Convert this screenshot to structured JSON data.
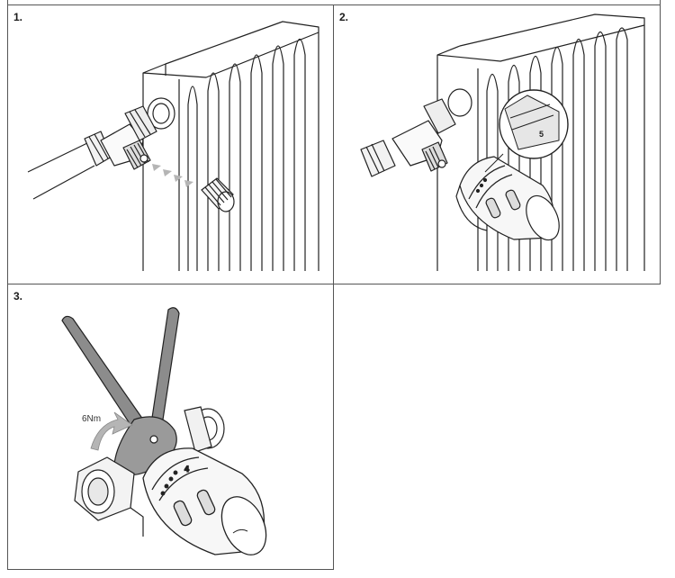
{
  "steps": [
    {
      "number": "1."
    },
    {
      "number": "2."
    },
    {
      "number": "3."
    }
  ],
  "annotations": {
    "torque": "6Nm",
    "scale_mark_detail": "5",
    "scale_mark_dial": "4"
  },
  "colors": {
    "outline": "#222222",
    "shading": "#cfcfcf",
    "wrench": "#8c8c8c",
    "arrow": "#b5b5b5"
  }
}
